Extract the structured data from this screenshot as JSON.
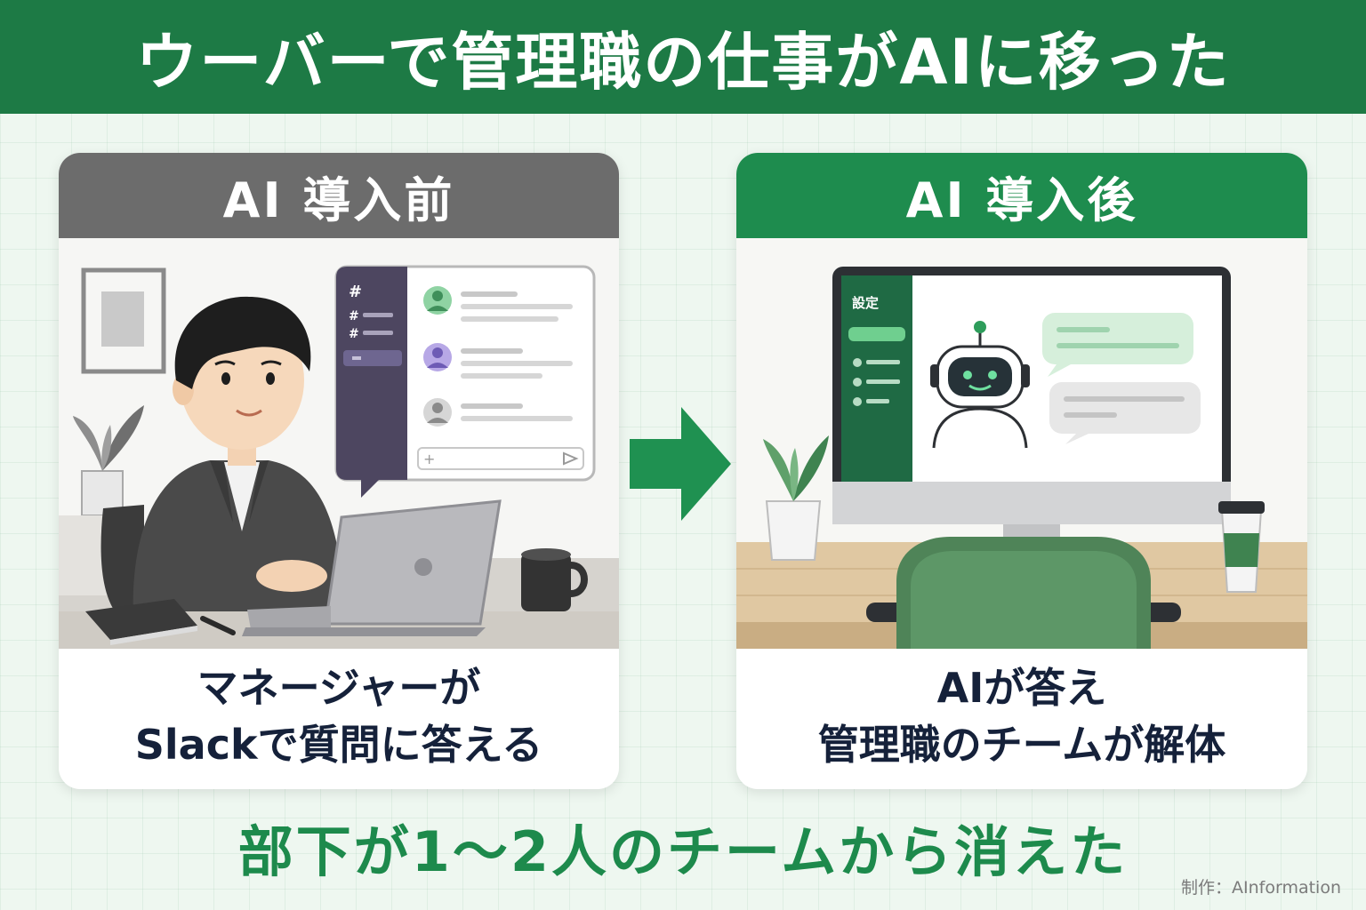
{
  "header": {
    "title": "ウーバーで管理職の仕事がAIに移った"
  },
  "before_panel": {
    "heading": "AI 導入前",
    "caption_lines": [
      "マネージャーが",
      "Slackで質問に答える"
    ],
    "chat_window": {
      "channel_symbols": [
        "#",
        "#",
        "#"
      ],
      "input_icon": "+",
      "send_icon": "send-arrow-icon"
    }
  },
  "after_panel": {
    "heading": "AI 導入後",
    "caption_lines": [
      "AIが答え",
      "管理職のチームが解体"
    ],
    "monitor": {
      "sidebar_title": "設定"
    }
  },
  "transition_arrow": {
    "icon": "arrow-right-icon"
  },
  "footer": {
    "text": "部下が1〜2人のチームから消えた"
  },
  "credit": {
    "text": "制作：AInformation"
  },
  "colors": {
    "brand_green": "#1d7a45",
    "before_gray": "#6c6c6c",
    "after_green": "#1e8c4e",
    "caption_navy": "#15213a"
  }
}
